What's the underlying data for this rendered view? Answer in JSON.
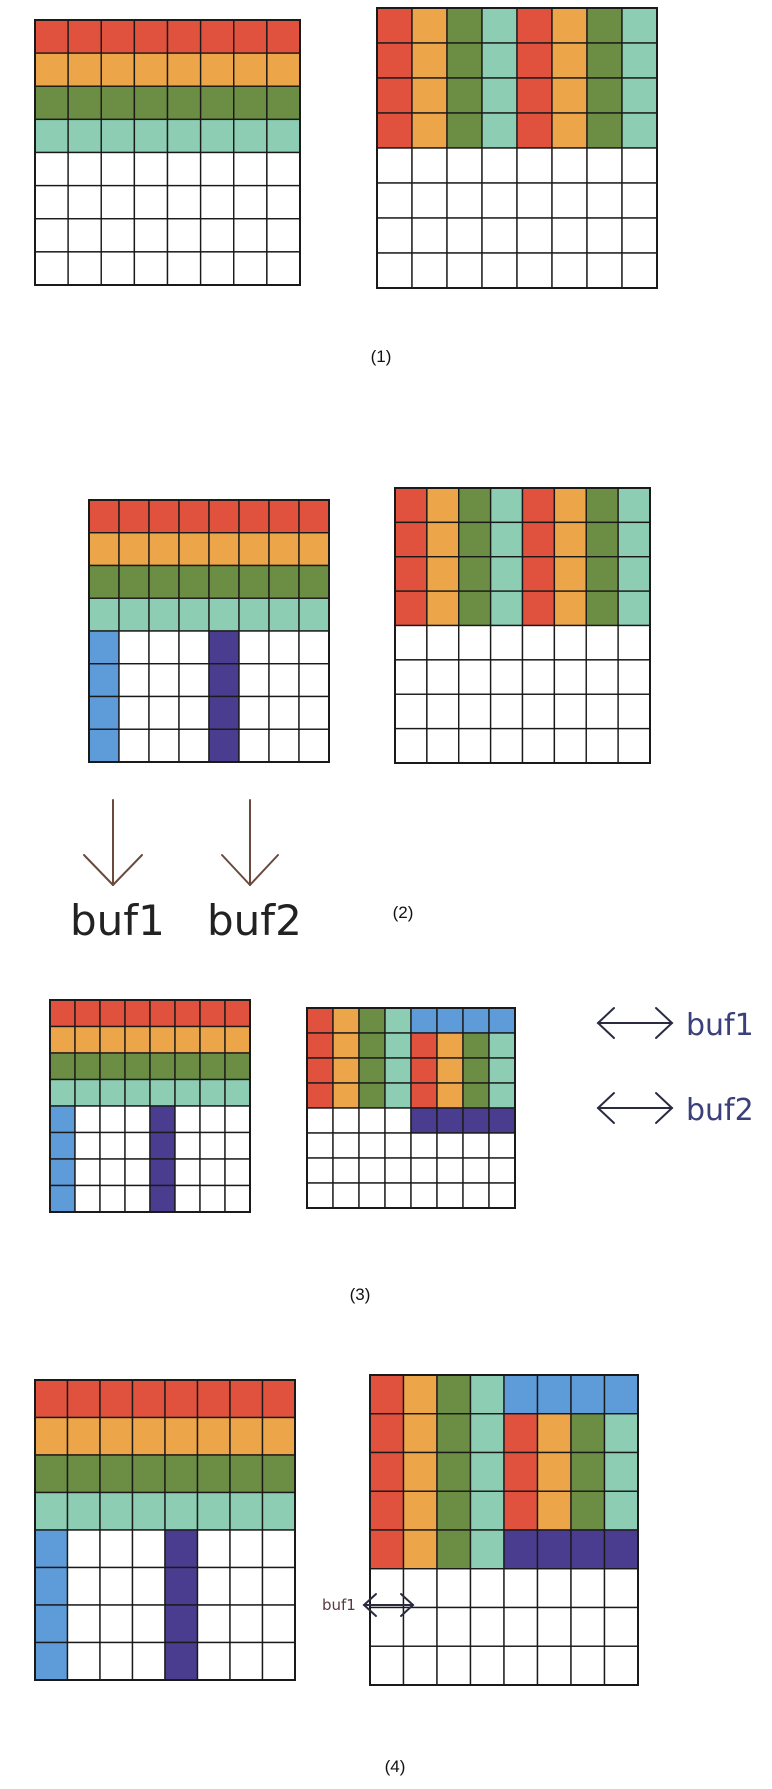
{
  "colors": {
    "red": "#e0523e",
    "orange": "#eda54a",
    "green": "#6c8e44",
    "teal": "#8ccdb4",
    "blue": "#5e9bd9",
    "purple": "#4a3d8f",
    "white": "#ffffff",
    "grid": "#1a1a1a"
  },
  "captions": {
    "step1": "(1)",
    "step2": "(2)",
    "step3": "(3)",
    "step4": "(4)"
  },
  "labels": {
    "step2_buf1": "buf1",
    "step2_buf2": "buf2",
    "step3_buf1": "buf1",
    "step3_buf2": "buf2",
    "step4_buf1": "buf1"
  }
}
